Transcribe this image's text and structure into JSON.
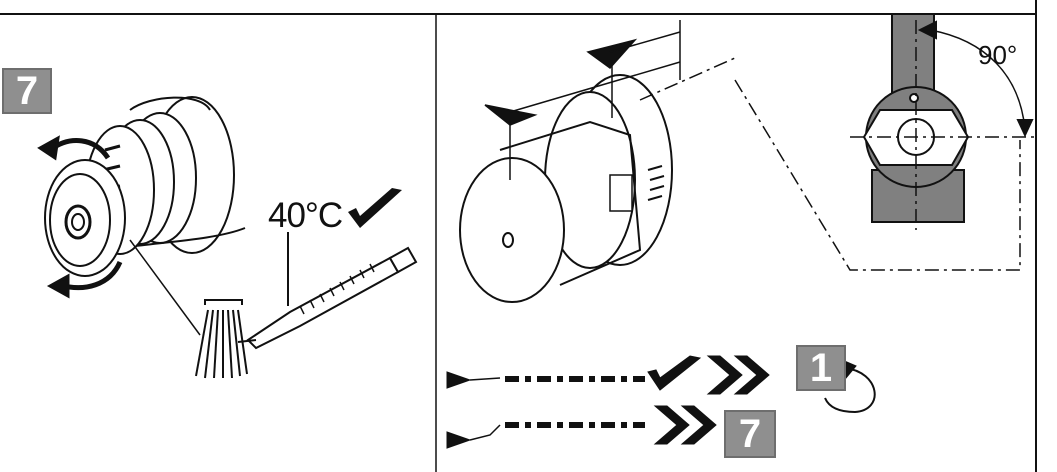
{
  "left_panel": {
    "step_number": "7",
    "temperature_label": "40°C"
  },
  "right_panel": {
    "angle_label": "90°",
    "flow_row_1": {
      "step_number": "1"
    },
    "flow_row_2": {
      "step_number": "7"
    }
  },
  "colors": {
    "line": "#111111",
    "badge_fill": "#8f8f8f",
    "badge_border": "#6e6e6e",
    "metal": "#808080"
  }
}
